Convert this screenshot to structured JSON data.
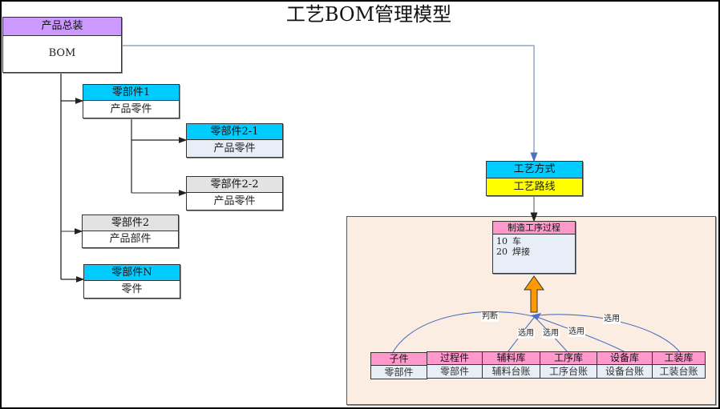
{
  "title": "工艺BOM管理模型",
  "colors": {
    "root_header": "#cc99ff",
    "cyan_header": "#00ccff",
    "gray_header": "#e3e3e3",
    "yellow": "#ffff00",
    "pink_header": "#ff99cc",
    "panel_bg": "#fcede3",
    "arrow_orange": "#ff9900",
    "connector_blue": "#4a72c0"
  },
  "root": {
    "header": "产品总装",
    "body": "BOM"
  },
  "parts": [
    {
      "id": "part-1",
      "header": "零部件1",
      "body": "产品零件"
    },
    {
      "id": "part-2-1",
      "header": "零部件2-1",
      "body": "产品零件"
    },
    {
      "id": "part-2-2",
      "header": "零部件2-2",
      "body": "产品零件"
    },
    {
      "id": "part-2",
      "header": "零部件2",
      "body": "产品部件"
    },
    {
      "id": "part-n",
      "header": "零部件N",
      "body": "零件"
    }
  ],
  "process_method": {
    "header": "工艺方式",
    "body": "工艺路线"
  },
  "manufacturing_process": {
    "header": "制造工序过程",
    "steps": [
      {
        "num": "10",
        "name": "车"
      },
      {
        "num": "20",
        "name": "焊接"
      }
    ]
  },
  "connector_labels": {
    "judge": "判断",
    "select_1": "选用",
    "select_2": "选用",
    "select_3": "选用",
    "select_4": "选用"
  },
  "libraries": [
    {
      "header": "子件",
      "body": "零部件"
    },
    {
      "header": "过程件",
      "body": "零部件"
    },
    {
      "header": "辅料库",
      "body": "辅料台账"
    },
    {
      "header": "工序库",
      "body": "工序台账"
    },
    {
      "header": "设备库",
      "body": "设备台账"
    },
    {
      "header": "工装库",
      "body": "工装台账"
    }
  ]
}
